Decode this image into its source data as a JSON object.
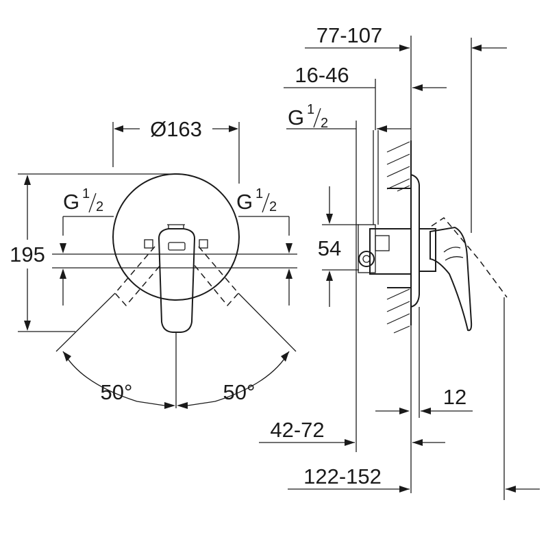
{
  "front_view": {
    "diameter": "Ø163",
    "height": "195",
    "thread_left": {
      "base": "G",
      "num": "1",
      "den": "2"
    },
    "thread_right": {
      "base": "G",
      "num": "1",
      "den": "2"
    },
    "angle_left": "50°",
    "angle_right": "50°"
  },
  "side_view": {
    "dim_top": "77-107",
    "dim_mid": "16-46",
    "thread": {
      "base": "G",
      "num": "1",
      "den": "2"
    },
    "dim_54": "54",
    "dim_12": "12",
    "dim_bottom_1": "42-72",
    "dim_bottom_2": "122-152"
  }
}
